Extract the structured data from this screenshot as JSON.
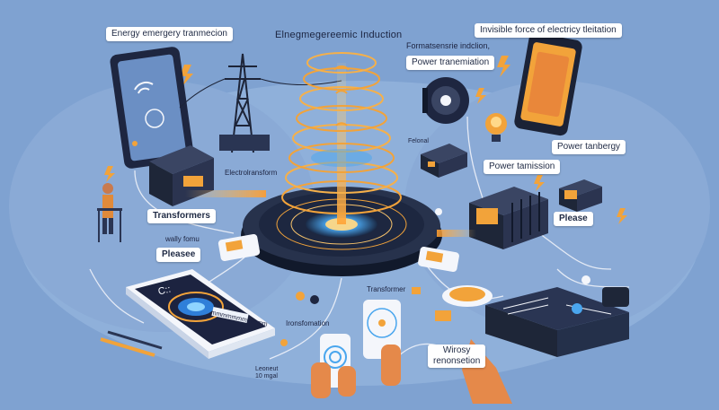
{
  "title": "Elnegmegereemic Induction",
  "labels": {
    "energy_transmission": "Energy emergery tranmecion",
    "invisible_force": "Invisible force of electricy tleitation",
    "formatsten": "Formatsensrie indclion,",
    "power_transmission": "Power tranemiation",
    "power_tamission": "Power tamission",
    "power_tanbergy": "Power tanbergy",
    "transformers": "Transformers",
    "please_left": "Pleasee",
    "please_right": "Please",
    "transformer": "Transformer",
    "wirosy": "Wirosy",
    "renonsetion": "renonsetion",
    "ironation": "Ironsfomation",
    "electrotransform": "Electrolransform",
    "wallyfomo": "wally fomu",
    "phone_caption": "mmmmmmmmmmm",
    "bottom_note_1": "Leoneut",
    "bottom_note_2": "10 mgal",
    "phone_time": "C::",
    "small_text_1": "Felonal"
  },
  "colors": {
    "background": "#7fa2d1",
    "platform": "#1f2a3f",
    "accent_orange": "#f2a33a",
    "glow_blue": "#6fc7ff",
    "device_dark": "#232b3d"
  }
}
